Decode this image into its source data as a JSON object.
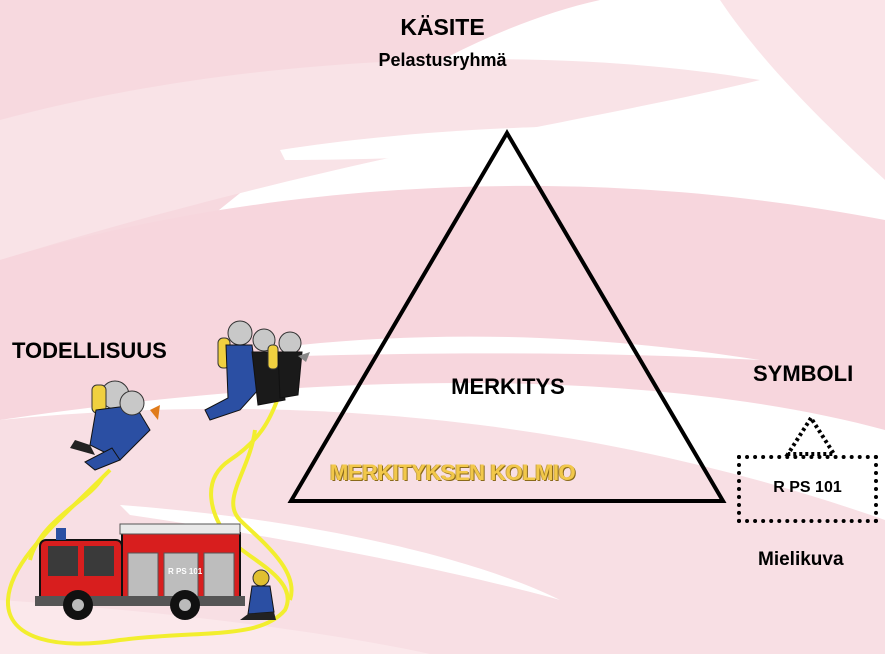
{
  "diagram": {
    "top_concept": "KÄSITE",
    "top_subtitle": "Pelastusryhmä",
    "left_label": "TODELLISUUS",
    "center_label": "MERKITYS",
    "triangle_caption": "MERKITYKSEN KOLMIO",
    "right_label": "SYMBOLI",
    "symbol_code": "R PS 101",
    "bottom_right_label": "Mielikuva"
  },
  "illustration": {
    "truck_plate": "R PS 101"
  },
  "colors": {
    "background_swirl": "#f6d9df",
    "hose": "#f5f03a",
    "truck_red": "#d81e1e",
    "gear_blue": "#2b4fa3"
  }
}
